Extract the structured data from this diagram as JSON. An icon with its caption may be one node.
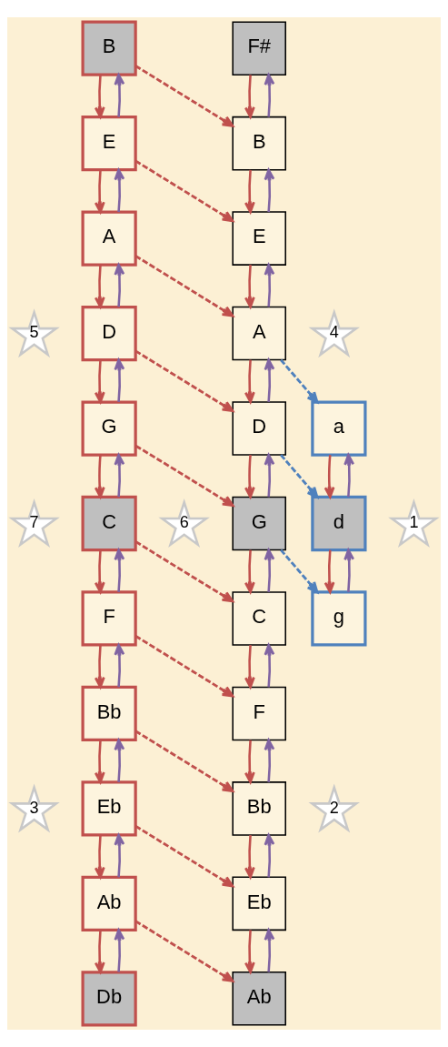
{
  "diagram": {
    "nodes": [
      {
        "text": [
          "B"
        ]
      },
      {
        "text": [
          "F#"
        ]
      },
      {
        "text": [
          "E"
        ]
      },
      {
        "text": [
          "B"
        ]
      },
      {
        "text": [
          "A"
        ]
      },
      {
        "text": [
          "E"
        ]
      },
      {
        "text": [
          "5"
        ]
      },
      {
        "text": [
          "4"
        ]
      },
      {
        "text": [
          "D"
        ]
      },
      {
        "text": [
          "A"
        ]
      },
      {
        "text": [
          "G"
        ]
      },
      {
        "text": [
          "D"
        ]
      },
      {
        "text": [
          "a"
        ]
      },
      {
        "text": [
          "7"
        ]
      },
      {
        "text": [
          "C"
        ]
      },
      {
        "text": [
          "6"
        ]
      },
      {
        "text": [
          "G"
        ]
      },
      {
        "text": [
          "d"
        ]
      },
      {
        "text": [
          "1"
        ]
      },
      {
        "text": [
          "F"
        ]
      },
      {
        "text": [
          "C"
        ]
      },
      {
        "text": [
          "g"
        ]
      },
      {
        "text": [
          "Bb"
        ]
      },
      {
        "text": [
          "F"
        ]
      },
      {
        "text": [
          "3"
        ]
      },
      {
        "text": [
          "2"
        ]
      },
      {
        "text": [
          "Eb"
        ]
      },
      {
        "text": [
          "Bb"
        ]
      },
      {
        "text": [
          "Ab"
        ]
      },
      {
        "text": [
          "Eb"
        ]
      },
      {
        "text": [
          "Db"
        ]
      },
      {
        "text": [
          "Ab"
        ]
      }
    ],
    "edges": [
      {
        "from": 0,
        "to": 2,
        "arrow": "to"
      },
      {
        "from": 2,
        "to": 0,
        "arrow": "to",
        "color": "#8064a2"
      },
      {
        "from": 0,
        "to": 3,
        "arrow": "to",
        "style": "dashed"
      },
      {
        "from": 1,
        "to": 3,
        "arrow": "to"
      },
      {
        "from": 3,
        "to": 1,
        "arrow": "to",
        "color": "#8064a2"
      },
      {
        "from": 2,
        "to": 4,
        "arrow": "to"
      },
      {
        "from": 4,
        "to": 2,
        "arrow": "to",
        "color": "#8064a2"
      },
      {
        "from": 2,
        "to": 5,
        "arrow": "to",
        "style": "dashed"
      },
      {
        "from": 3,
        "to": 5,
        "arrow": "to"
      },
      {
        "from": 5,
        "to": 3,
        "arrow": "to",
        "color": "#8064a2"
      },
      {
        "from": 4,
        "to": 8,
        "arrow": "to"
      },
      {
        "from": 8,
        "to": 4,
        "arrow": "to",
        "color": "#8064a2"
      },
      {
        "from": 4,
        "to": 9,
        "arrow": "to",
        "style": "dashed"
      },
      {
        "from": 5,
        "to": 9,
        "arrow": "to"
      },
      {
        "from": 9,
        "to": 5,
        "arrow": "to",
        "color": "#8064a2"
      },
      {
        "from": 8,
        "to": 10,
        "arrow": "to"
      },
      {
        "from": 10,
        "to": 8,
        "arrow": "to",
        "color": "#8064a2"
      },
      {
        "from": 8,
        "to": 11,
        "arrow": "to",
        "style": "dashed"
      },
      {
        "from": 9,
        "to": 11,
        "arrow": "to"
      },
      {
        "from": 11,
        "to": 9,
        "arrow": "to",
        "color": "#8064a2"
      },
      {
        "from": 9,
        "to": 12,
        "arrow": "to",
        "style": "dashed",
        "color": "#4f81bd"
      },
      {
        "from": 10,
        "to": 14,
        "arrow": "to"
      },
      {
        "from": 14,
        "to": 10,
        "arrow": "to",
        "color": "#8064a2"
      },
      {
        "from": 10,
        "to": 16,
        "arrow": "to",
        "style": "dashed"
      },
      {
        "from": 11,
        "to": 16,
        "arrow": "to"
      },
      {
        "from": 16,
        "to": 11,
        "arrow": "to",
        "color": "#8064a2"
      },
      {
        "from": 11,
        "to": 17,
        "arrow": "to",
        "style": "dashed",
        "color": "#4f81bd"
      },
      {
        "from": 12,
        "to": 17,
        "arrow": "to"
      },
      {
        "from": 17,
        "to": 12,
        "arrow": "to",
        "color": "#8064a2"
      },
      {
        "from": 14,
        "to": 19,
        "arrow": "to"
      },
      {
        "from": 19,
        "to": 14,
        "arrow": "to",
        "color": "#8064a2"
      },
      {
        "from": 14,
        "to": 20,
        "arrow": "to",
        "style": "dashed"
      },
      {
        "from": 16,
        "to": 20,
        "arrow": "to"
      },
      {
        "from": 20,
        "to": 16,
        "arrow": "to",
        "color": "#8064a2"
      },
      {
        "from": 16,
        "to": 21,
        "arrow": "to",
        "style": "dashed",
        "color": "#4f81bd"
      },
      {
        "from": 17,
        "to": 21,
        "arrow": "to"
      },
      {
        "from": 21,
        "to": 17,
        "arrow": "to",
        "color": "#8064a2"
      },
      {
        "from": 19,
        "to": 22,
        "arrow": "to"
      },
      {
        "from": 22,
        "to": 19,
        "arrow": "to",
        "color": "#8064a2"
      },
      {
        "from": 19,
        "to": 23,
        "arrow": "to",
        "style": "dashed"
      },
      {
        "from": 20,
        "to": 23,
        "arrow": "to"
      },
      {
        "from": 23,
        "to": 20,
        "arrow": "to",
        "color": "#8064a2"
      },
      {
        "from": 22,
        "to": 26,
        "arrow": "to"
      },
      {
        "from": 26,
        "to": 22,
        "arrow": "to",
        "color": "#8064a2"
      },
      {
        "from": 22,
        "to": 27,
        "arrow": "to",
        "style": "dashed"
      },
      {
        "from": 23,
        "to": 27,
        "arrow": "to"
      },
      {
        "from": 27,
        "to": 23,
        "arrow": "to",
        "color": "#8064a2"
      },
      {
        "from": 26,
        "to": 28,
        "arrow": "to"
      },
      {
        "from": 28,
        "to": 26,
        "arrow": "to",
        "color": "#8064a2"
      },
      {
        "from": 26,
        "to": 29,
        "arrow": "to",
        "style": "dashed"
      },
      {
        "from": 27,
        "to": 29,
        "arrow": "to"
      },
      {
        "from": 29,
        "to": 27,
        "arrow": "to",
        "color": "#8064a2"
      },
      {
        "from": 28,
        "to": 30,
        "arrow": "to"
      },
      {
        "from": 30,
        "to": 28,
        "arrow": "to",
        "color": "#8064a2"
      },
      {
        "from": 28,
        "to": 31,
        "arrow": "to",
        "style": "dashed"
      },
      {
        "from": 29,
        "to": 31,
        "arrow": "to"
      },
      {
        "from": 31,
        "to": 29,
        "arrow": "to",
        "color": "#8064a2"
      }
    ]
  }
}
